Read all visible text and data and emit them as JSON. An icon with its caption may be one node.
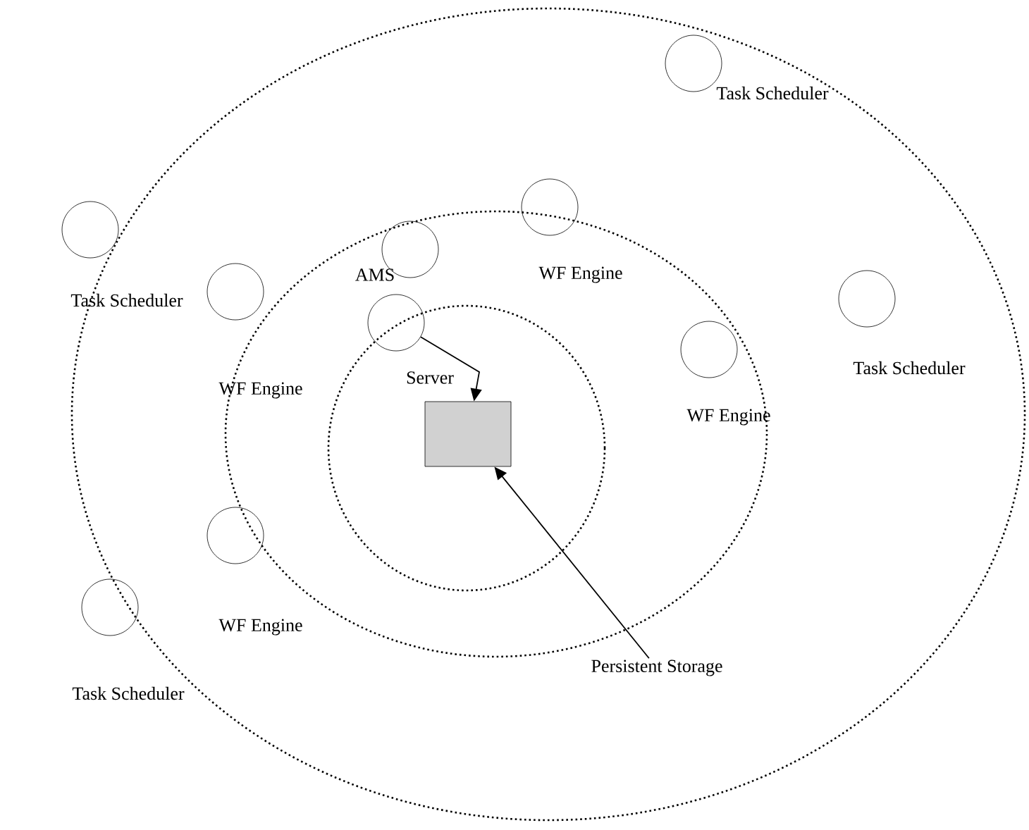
{
  "diagram": {
    "nodes": [
      {
        "text": [],
        "shape": "circle",
        "beside": [
          "Task Scheduler"
        ]
      },
      {
        "text": [],
        "shape": "circle",
        "beside": [
          "Task Scheduler"
        ]
      },
      {
        "text": [],
        "shape": "circle",
        "beside": [
          "AMS"
        ]
      },
      {
        "text": [],
        "shape": "circle",
        "beside": [
          "WF Engine"
        ]
      },
      {
        "text": [],
        "shape": "circle",
        "beside": [
          "WF Engine"
        ]
      },
      {
        "text": [],
        "shape": "circle",
        "beside": [
          "Server"
        ]
      },
      {
        "text": [],
        "shape": "circle",
        "beside": [
          "WF Engine"
        ]
      },
      {
        "text": [],
        "shape": "circle",
        "beside": [
          "Task Scheduler"
        ]
      },
      {
        "text": [],
        "shape": "circle",
        "beside": [
          "WF Engine"
        ]
      },
      {
        "text": [],
        "shape": "circle",
        "beside": [
          "Task Scheduler"
        ]
      },
      {
        "text": [],
        "shape": "box"
      },
      {
        "text": [
          "Persistent Storage"
        ]
      }
    ],
    "edges": [
      {
        "from": 5,
        "to": 10,
        "arrow": "to"
      },
      {
        "from": 11,
        "to": 10,
        "arrow": "to"
      }
    ]
  }
}
